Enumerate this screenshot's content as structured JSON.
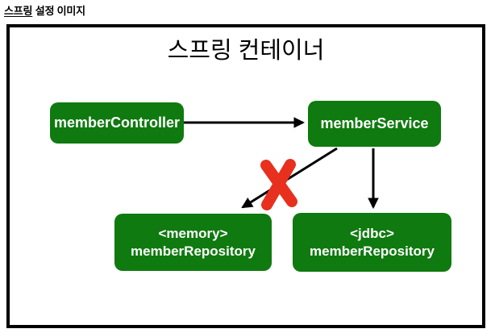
{
  "page": {
    "title_underlined": "스프링",
    "title_rest": " 설정 이미지"
  },
  "container": {
    "title": "스프링 컨테이너"
  },
  "nodes": {
    "controller": {
      "label": "memberController"
    },
    "service": {
      "label": "memberService"
    },
    "memory_repository": {
      "line1": "<memory>",
      "line2": "memberRepository"
    },
    "jdbc_repository": {
      "line1": "<jdbc>",
      "line2": "memberRepository"
    }
  },
  "colors": {
    "node_green": "#0f7a0f",
    "x_mark_red": "#e7301d",
    "line_black": "#000000"
  }
}
